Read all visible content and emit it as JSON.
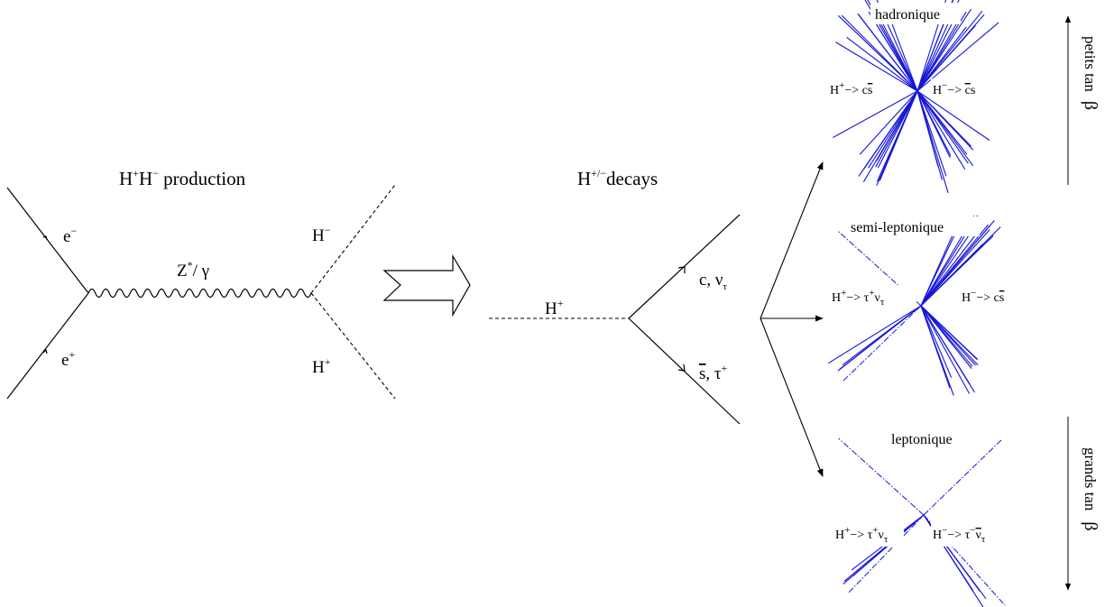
{
  "production": {
    "title_H1": "H",
    "title_sup1": "+",
    "title_H2": "H",
    "title_sup2": "−",
    "title_rest": " production",
    "e_minus": "e",
    "e_minus_sup": "−",
    "e_plus": "e",
    "e_plus_sup": "+",
    "boson": "Z",
    "boson_sup": "*",
    "boson_rest": "/ γ",
    "h_minus": "H",
    "h_minus_sup": "−",
    "h_plus": "H",
    "h_plus_sup": "+"
  },
  "decay": {
    "title": "H",
    "title_sup": "+/−",
    "title_rest": "decays",
    "h_plus": "H",
    "h_plus_sup": "+",
    "upper_product": "c, ν",
    "upper_product_sub": "τ",
    "lower_product_bar": "s",
    "lower_product_rest": ", τ",
    "lower_product_sup": "+"
  },
  "topologies": {
    "hadronic": {
      "label": "hadronique",
      "left": "H",
      "left_sup": "+",
      "left_arrow": "−> c",
      "left_bar": "s",
      "right": "H",
      "right_sup": "−",
      "right_arrow": "−> ",
      "right_bar": "c",
      "right_tail": "s"
    },
    "semileptonic": {
      "label": "semi-leptonique",
      "left": "H",
      "left_sup": "+",
      "left_arrow": "−> τ",
      "left_sup2": "+",
      "left_nu": "ν",
      "left_sub": "τ",
      "right": "H",
      "right_sup": "−",
      "right_arrow": "−> c",
      "right_bar": "s"
    },
    "leptonic": {
      "label": "leptonique",
      "left": "H",
      "left_sup": "+",
      "left_arrow": "−> τ",
      "left_sup2": "+",
      "left_nu": "ν",
      "left_sub": "τ",
      "right": "H",
      "right_sup": "−",
      "right_arrow": "−> τ",
      "right_sup2": "−",
      "right_nu_bar": "ν",
      "right_sub": "τ"
    }
  },
  "side_axis": {
    "top_label": "petits tan",
    "top_beta": "β",
    "bottom_label": "grands tan",
    "bottom_beta": "β"
  }
}
